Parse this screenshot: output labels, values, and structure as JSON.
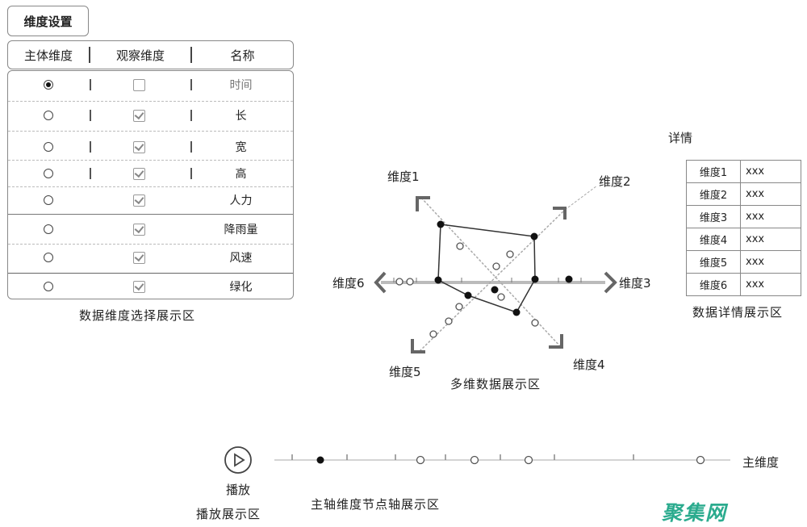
{
  "selection_panel": {
    "tab_label": "维度设置",
    "headers": {
      "main_dimension": "主体维度",
      "observe_dimension": "观察维度",
      "name": "名称"
    },
    "rows": [
      {
        "name": "时间",
        "main_selected": true,
        "observed": false
      },
      {
        "name": "长",
        "main_selected": false,
        "observed": true
      },
      {
        "name": "宽",
        "main_selected": false,
        "observed": true
      },
      {
        "name": "高",
        "main_selected": false,
        "observed": true
      },
      {
        "name": "人力",
        "main_selected": false,
        "observed": true
      },
      {
        "name": "降雨量",
        "main_selected": false,
        "observed": true
      },
      {
        "name": "风速",
        "main_selected": false,
        "observed": true
      },
      {
        "name": "绿化",
        "main_selected": false,
        "observed": true
      }
    ],
    "caption": "数据维度选择展示区"
  },
  "multi_dim_chart": {
    "axes": [
      "维度1",
      "维度2",
      "维度3",
      "维度4",
      "维度5",
      "维度6"
    ],
    "caption": "多维数据展示区"
  },
  "detail_panel": {
    "title": "详情",
    "rows": [
      {
        "dimension": "维度1",
        "value": "xxx"
      },
      {
        "dimension": "维度2",
        "value": "xxx"
      },
      {
        "dimension": "维度3",
        "value": "xxx"
      },
      {
        "dimension": "维度4",
        "value": "xxx"
      },
      {
        "dimension": "维度5",
        "value": "xxx"
      },
      {
        "dimension": "维度6",
        "value": "xxx"
      }
    ],
    "caption": "数据详情展示区"
  },
  "play_panel": {
    "icon": "play-icon",
    "label": "播放",
    "caption": "播放展示区"
  },
  "main_axis": {
    "axis_label": "主维度",
    "caption": "主轴维度节点轴展示区"
  },
  "watermark": {
    "text": "聚集网",
    "color": "#2bab8e"
  }
}
